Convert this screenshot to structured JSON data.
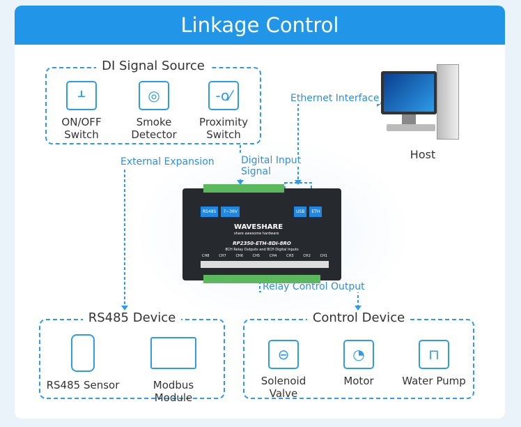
{
  "title": "Linkage Control",
  "di_source": {
    "title": "DI Signal Source",
    "items": [
      {
        "label_1": "ON/OFF",
        "label_2": "Switch",
        "icon": "switch-icon"
      },
      {
        "label_1": "Smoke",
        "label_2": "Detector",
        "icon": "smoke-detector-icon"
      },
      {
        "label_1": "Proximity",
        "label_2": "Switch",
        "icon": "proximity-switch-icon"
      }
    ]
  },
  "connections": {
    "ethernet": "Ethernet Interface",
    "external": "External Expansion",
    "digital_input_1": "Digital Input",
    "digital_input_2": "Signal",
    "relay": "Relay Control Output"
  },
  "host": {
    "label": "Host"
  },
  "device": {
    "brand": "WAVESHARE",
    "slogan": "share awesome hardware",
    "model": "RP2350-ETH-8DI-8RO",
    "desc": "8CH Relay Outputs and 8CH Digital Inputs",
    "channels": [
      "CH8",
      "CH7",
      "CH6",
      "CH5",
      "CH4",
      "CH3",
      "CH2",
      "CH1"
    ],
    "ports": [
      "RS485",
      "7~36V",
      "USB",
      "ETH"
    ]
  },
  "rs485": {
    "title": "RS485 Device",
    "items": [
      {
        "label": "RS485 Sensor"
      },
      {
        "label": "Modbus Module"
      }
    ]
  },
  "control": {
    "title": "Control Device",
    "items": [
      {
        "label": "Solenoid Valve"
      },
      {
        "label": "Motor"
      },
      {
        "label": "Water Pump"
      }
    ]
  },
  "colors": {
    "accent": "#2196e8",
    "dash": "#2d9be8"
  }
}
